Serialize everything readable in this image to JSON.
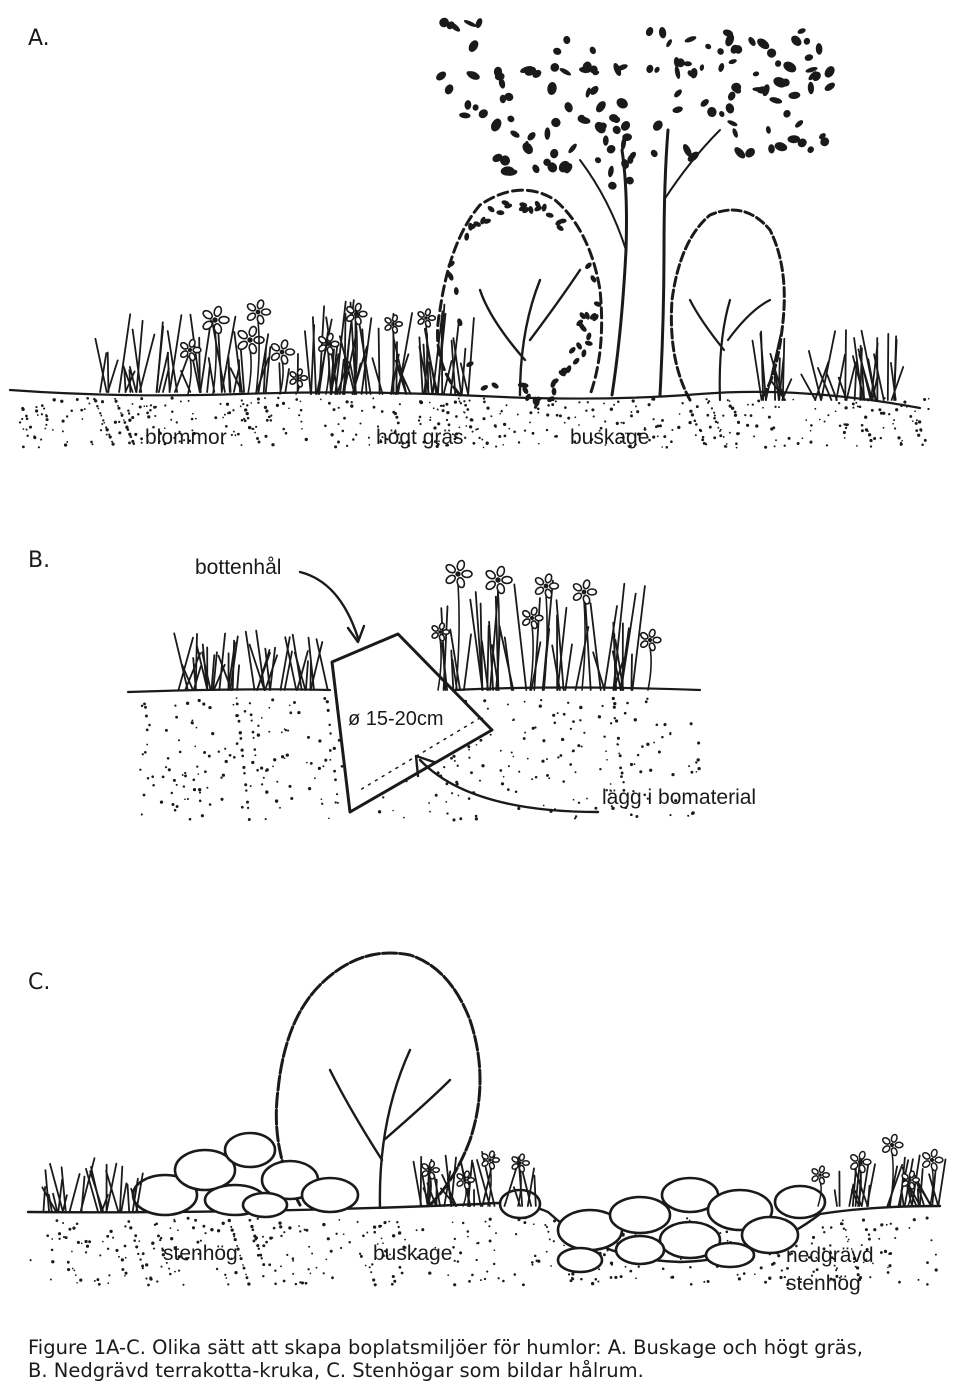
{
  "panels": {
    "a": {
      "letter": "A.",
      "labels": [
        "blommor",
        "högt gräs",
        "buskage"
      ]
    },
    "b": {
      "letter": "B.",
      "hole_label": "bottenhål",
      "diameter_label": "ø 15-20cm",
      "fill_label": "lägg i bomaterial"
    },
    "c": {
      "letter": "C.",
      "labels": [
        "stenhög",
        "buskage"
      ],
      "buried_label_line1": "nedgrävd",
      "buried_label_line2": "stenhög"
    }
  },
  "caption": {
    "line1": "Figure 1A-C. Olika sätt att skapa boplatsmiljöer för humlor: A. Buskage och högt gräs,",
    "line2": "B. Nedgrävd terrakotta-kruka, C. Stenhögar som bildar hålrum."
  },
  "colors": {
    "ink": "#1a1a1a",
    "background": "#ffffff"
  }
}
